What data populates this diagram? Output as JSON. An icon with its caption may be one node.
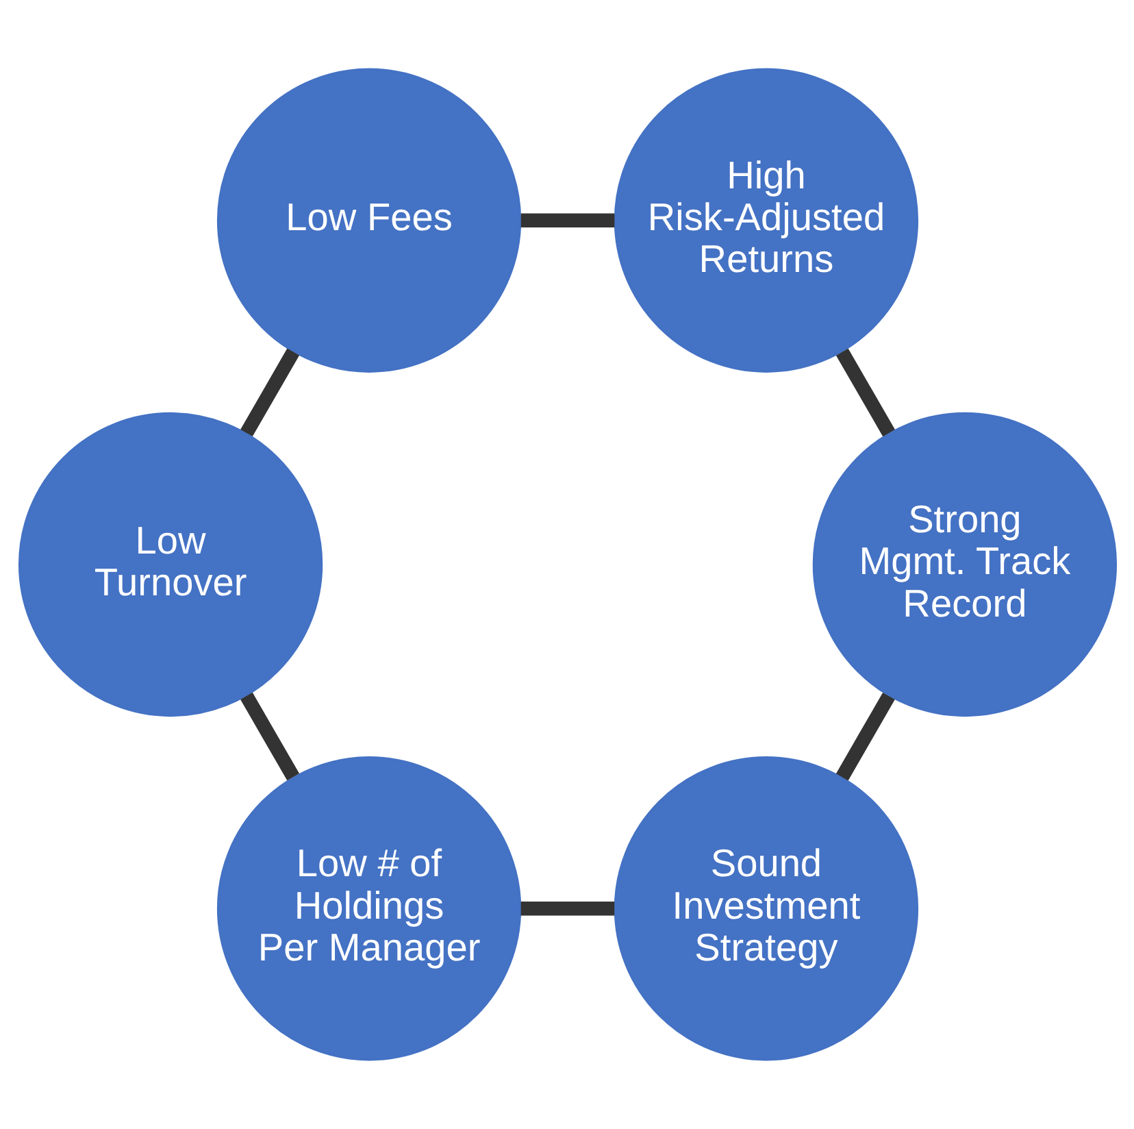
{
  "diagram": {
    "nodes": [
      {
        "text": [
          "Sound Investment Strategy"
        ]
      },
      {
        "text": [
          "Low # of Holdings Per Manager"
        ]
      },
      {
        "text": [
          "Low Turnover"
        ]
      },
      {
        "text": [
          "Low Fees"
        ]
      },
      {
        "text": [
          "High Risk-Adjusted Returns"
        ]
      },
      {
        "text": [
          "Strong Mgmt. Track Record"
        ]
      }
    ],
    "edges": [
      {
        "from": 0,
        "to": 1,
        "arrow": "none"
      },
      {
        "from": 1,
        "to": 2,
        "arrow": "none"
      },
      {
        "from": 2,
        "to": 3,
        "arrow": "none"
      },
      {
        "from": 3,
        "to": 4,
        "arrow": "none"
      },
      {
        "from": 4,
        "to": 5,
        "arrow": "none"
      },
      {
        "from": 5,
        "to": 0,
        "arrow": "none"
      }
    ]
  }
}
